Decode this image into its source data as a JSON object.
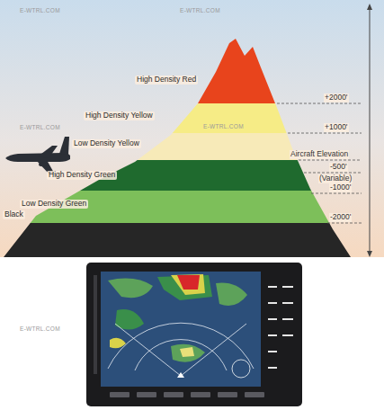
{
  "diagram": {
    "labels": [
      "High Density Red",
      "High Density Yellow",
      "Low Density Yellow",
      "High Density Green",
      "Low Density Green",
      "Black",
      "+2000'",
      "+1000'",
      "Aircraft Elevation",
      "-500'",
      "(Variable)",
      "-1000'",
      "-2000'",
      "E-WTRL.COM",
      "E-WTRL.COM",
      "E-WTRL.COM",
      "E-WTRL.COM",
      "E-WTRL.COM"
    ]
  }
}
